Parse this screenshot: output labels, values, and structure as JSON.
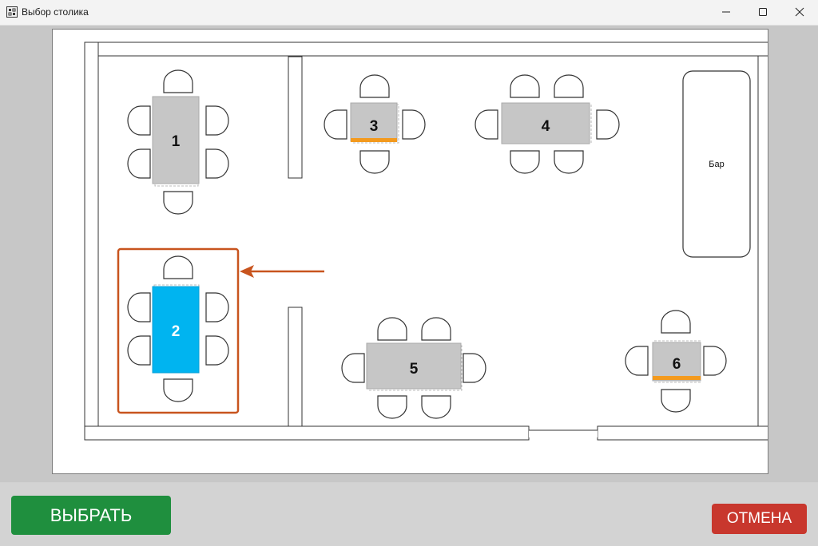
{
  "window": {
    "title": "Выбор столика",
    "app_icon": "grid-app-icon",
    "controls": [
      "minimize-icon",
      "maximize-icon",
      "close-icon"
    ]
  },
  "floorplan": {
    "bar_label": "Бар",
    "selected_table": "2",
    "tables": [
      {
        "id": "1",
        "label": "1",
        "seats": 6,
        "status": "free"
      },
      {
        "id": "2",
        "label": "2",
        "seats": 6,
        "status": "selected"
      },
      {
        "id": "3",
        "label": "3",
        "seats": 4,
        "status": "reserved"
      },
      {
        "id": "4",
        "label": "4",
        "seats": 6,
        "status": "free"
      },
      {
        "id": "5",
        "label": "5",
        "seats": 6,
        "status": "free"
      },
      {
        "id": "6",
        "label": "6",
        "seats": 4,
        "status": "reserved"
      }
    ]
  },
  "colors": {
    "table_free": "#c6c6c6",
    "table_selected": "#00b4f0",
    "reserved_marker": "#f39a1e",
    "highlight_annotation": "#c8541e",
    "select_button": "#1f8f3e",
    "cancel_button": "#c8372d"
  },
  "buttons": {
    "select_label": "ВЫБРАТЬ",
    "cancel_label": "ОТМЕНА"
  }
}
